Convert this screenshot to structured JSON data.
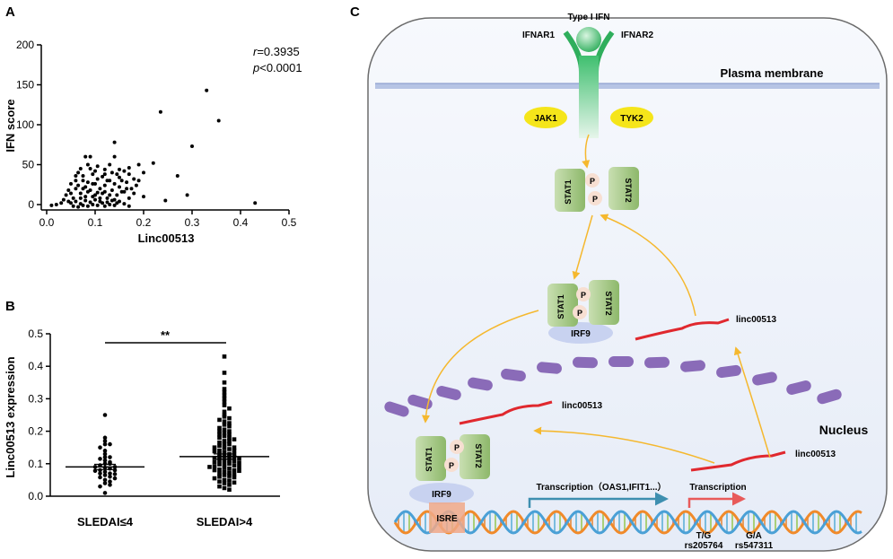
{
  "panels": {
    "a": "A",
    "b": "B",
    "c": "C"
  },
  "chart_data": [
    {
      "type": "scatter",
      "panel": "A",
      "xlabel": "Linc00513",
      "ylabel": "IFN score",
      "xlim": [
        0,
        0.5
      ],
      "ylim": [
        0,
        200
      ],
      "xticks": [
        "0.0",
        "0.1",
        "0.2",
        "0.3",
        "0.4",
        "0.5"
      ],
      "yticks": [
        "0",
        "50",
        "100",
        "150",
        "200"
      ],
      "annotation_r_symbol": "r",
      "annotation_r_value": "=0.3935",
      "annotation_p_symbol": "p",
      "annotation_p_value": "<0.0001",
      "points": [
        [
          0.33,
          143
        ],
        [
          0.235,
          116
        ],
        [
          0.355,
          105
        ],
        [
          0.3,
          73
        ],
        [
          0.14,
          78
        ],
        [
          0.22,
          52
        ],
        [
          0.19,
          50
        ],
        [
          0.27,
          36
        ],
        [
          0.29,
          12
        ],
        [
          0.245,
          5
        ],
        [
          0.43,
          2
        ],
        [
          0.18,
          14
        ],
        [
          0.2,
          10
        ],
        [
          0.15,
          44
        ],
        [
          0.17,
          38
        ],
        [
          0.16,
          42
        ],
        [
          0.12,
          38
        ],
        [
          0.1,
          42
        ],
        [
          0.08,
          60
        ],
        [
          0.09,
          60
        ],
        [
          0.07,
          45
        ],
        [
          0.06,
          36
        ],
        [
          0.085,
          50
        ],
        [
          0.05,
          26
        ],
        [
          0.045,
          18
        ],
        [
          0.04,
          12
        ],
        [
          0.055,
          8
        ],
        [
          0.06,
          20
        ],
        [
          0.065,
          24
        ],
        [
          0.07,
          14
        ],
        [
          0.075,
          30
        ],
        [
          0.08,
          22
        ],
        [
          0.085,
          28
        ],
        [
          0.09,
          18
        ],
        [
          0.095,
          10
        ],
        [
          0.1,
          26
        ],
        [
          0.105,
          32
        ],
        [
          0.11,
          20
        ],
        [
          0.115,
          14
        ],
        [
          0.12,
          24
        ],
        [
          0.125,
          8
        ],
        [
          0.13,
          30
        ],
        [
          0.135,
          18
        ],
        [
          0.14,
          26
        ],
        [
          0.145,
          12
        ],
        [
          0.15,
          22
        ],
        [
          0.155,
          30
        ],
        [
          0.16,
          16
        ],
        [
          0.165,
          28
        ],
        [
          0.17,
          8
        ],
        [
          0.175,
          20
        ],
        [
          0.18,
          32
        ],
        [
          0.185,
          24
        ],
        [
          0.05,
          2
        ],
        [
          0.055,
          -2
        ],
        [
          0.06,
          4
        ],
        [
          0.065,
          -3
        ],
        [
          0.07,
          1
        ],
        [
          0.075,
          -1
        ],
        [
          0.08,
          5
        ],
        [
          0.085,
          -2
        ],
        [
          0.09,
          3
        ],
        [
          0.095,
          0
        ],
        [
          0.1,
          6
        ],
        [
          0.105,
          -1
        ],
        [
          0.11,
          4
        ],
        [
          0.115,
          2
        ],
        [
          0.12,
          -2
        ],
        [
          0.125,
          3
        ],
        [
          0.13,
          0
        ],
        [
          0.135,
          5
        ],
        [
          0.14,
          -1
        ],
        [
          0.145,
          2
        ],
        [
          0.15,
          4
        ],
        [
          0.16,
          1
        ],
        [
          0.17,
          -2
        ],
        [
          0.03,
          2
        ],
        [
          0.035,
          6
        ],
        [
          0.02,
          0
        ],
        [
          0.01,
          -1
        ],
        [
          0.065,
          40
        ],
        [
          0.075,
          36
        ],
        [
          0.095,
          38
        ],
        [
          0.105,
          15
        ],
        [
          0.115,
          35
        ],
        [
          0.125,
          30
        ],
        [
          0.135,
          40
        ],
        [
          0.15,
          34
        ],
        [
          0.09,
          45
        ],
        [
          0.06,
          30
        ],
        [
          0.08,
          10
        ],
        [
          0.1,
          12
        ],
        [
          0.11,
          8
        ],
        [
          0.12,
          16
        ],
        [
          0.13,
          12
        ],
        [
          0.14,
          6
        ],
        [
          0.07,
          8
        ],
        [
          0.05,
          14
        ],
        [
          0.045,
          4
        ],
        [
          0.2,
          40
        ],
        [
          0.19,
          30
        ],
        [
          0.17,
          46
        ],
        [
          0.105,
          48
        ],
        [
          0.095,
          26
        ],
        [
          0.085,
          16
        ],
        [
          0.075,
          20
        ],
        [
          0.145,
          38
        ],
        [
          0.155,
          16
        ],
        [
          0.165,
          20
        ],
        [
          0.14,
          60
        ],
        [
          0.12,
          44
        ],
        [
          0.13,
          50
        ]
      ]
    },
    {
      "type": "scatter",
      "panel": "B",
      "ylabel": "Linc00513 expression",
      "ylim": [
        0,
        0.5
      ],
      "yticks": [
        "0.0",
        "0.1",
        "0.2",
        "0.3",
        "0.4",
        "0.5"
      ],
      "categories": [
        "SLEDAI≤4",
        "SLEDAI>4"
      ],
      "significance": "**",
      "series": [
        {
          "mean": 0.09,
          "sem": 0.008,
          "values": [
            0.25,
            0.18,
            0.17,
            0.16,
            0.16,
            0.15,
            0.14,
            0.13,
            0.12,
            0.12,
            0.115,
            0.11,
            0.105,
            0.1,
            0.1,
            0.095,
            0.09,
            0.09,
            0.088,
            0.085,
            0.08,
            0.08,
            0.078,
            0.075,
            0.07,
            0.07,
            0.068,
            0.065,
            0.06,
            0.058,
            0.055,
            0.05,
            0.045,
            0.04,
            0.035,
            0.03,
            0.01
          ]
        },
        {
          "mean": 0.122,
          "sem": 0.008,
          "values": [
            0.43,
            0.38,
            0.35,
            0.33,
            0.32,
            0.31,
            0.3,
            0.29,
            0.28,
            0.27,
            0.26,
            0.25,
            0.245,
            0.24,
            0.235,
            0.23,
            0.225,
            0.22,
            0.215,
            0.21,
            0.205,
            0.2,
            0.2,
            0.195,
            0.19,
            0.19,
            0.185,
            0.18,
            0.18,
            0.175,
            0.17,
            0.17,
            0.165,
            0.16,
            0.16,
            0.155,
            0.15,
            0.15,
            0.148,
            0.145,
            0.14,
            0.14,
            0.138,
            0.135,
            0.13,
            0.13,
            0.128,
            0.125,
            0.122,
            0.12,
            0.12,
            0.118,
            0.115,
            0.112,
            0.11,
            0.11,
            0.108,
            0.105,
            0.102,
            0.1,
            0.1,
            0.098,
            0.095,
            0.092,
            0.09,
            0.09,
            0.088,
            0.085,
            0.082,
            0.08,
            0.08,
            0.078,
            0.075,
            0.072,
            0.07,
            0.068,
            0.065,
            0.062,
            0.06,
            0.058,
            0.055,
            0.05,
            0.048,
            0.045,
            0.042,
            0.04,
            0.035,
            0.03,
            0.025,
            0.02
          ]
        }
      ]
    }
  ],
  "diagram": {
    "ligand": "Type I IFN",
    "receptor1": "IFNAR1",
    "receptor2": "IFNAR2",
    "membrane": "Plasma membrane",
    "jak1": "JAK1",
    "tyk2": "TYK2",
    "stat1": "STAT1",
    "stat2": "STAT2",
    "phospho": "P",
    "irf9": "IRF9",
    "lncrna": "linc00513",
    "nucleus": "Nucleus",
    "isre": "ISRE",
    "transcription_genes": "Transcription（OAS1,IFIT1...）",
    "transcription": "Transcription",
    "snp1_allele": "T/G",
    "snp1_id": "rs205764",
    "snp2_allele": "G/A",
    "snp2_id": "rs547311"
  },
  "colors": {
    "arrow": "#f5b82e",
    "rna": "#e0282e",
    "stat1": "#a9c98a",
    "stat2": "#a9c98a",
    "jak": "#f5e51a",
    "irf9": "#c8d2f0",
    "nucleus": "#8a6bb8",
    "cell_fill": "#eef2fa"
  }
}
